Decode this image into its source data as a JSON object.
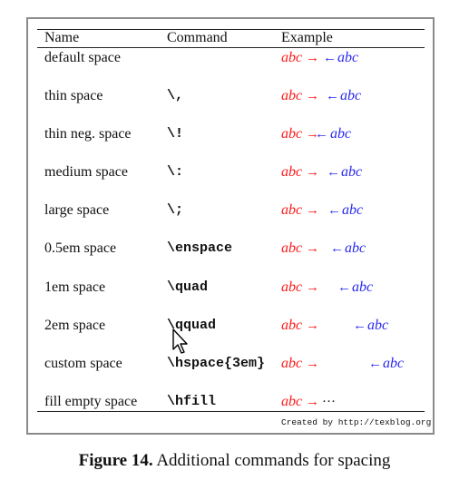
{
  "headers": [
    "Name",
    "Command",
    "Example"
  ],
  "rows": [
    {
      "name": "default space",
      "cmd": "",
      "left": "abc",
      "right": "abc",
      "r_arrow": "→",
      "l_arrow": "←"
    },
    {
      "name": "thin space",
      "cmd": "\\,",
      "left": "abc",
      "right": "abc",
      "r_arrow": "→",
      "l_arrow": "←"
    },
    {
      "name": "thin neg. space",
      "cmd": "\\!",
      "left": "abc",
      "right": "abc",
      "r_arrow": "→",
      "l_arrow": "←"
    },
    {
      "name": "medium space",
      "cmd": "\\:",
      "left": "abc",
      "right": "abc",
      "r_arrow": "→",
      "l_arrow": "←"
    },
    {
      "name": "large space",
      "cmd": "\\;",
      "left": "abc",
      "right": "abc",
      "r_arrow": "→",
      "l_arrow": "←"
    },
    {
      "name": "0.5em space",
      "cmd": "\\enspace",
      "left": "abc",
      "right": "abc",
      "r_arrow": "→",
      "l_arrow": "←"
    },
    {
      "name": "1em space",
      "cmd": "\\quad",
      "left": "abc",
      "right": "abc",
      "r_arrow": "→",
      "l_arrow": "←"
    },
    {
      "name": "2em space",
      "cmd": "\\qquad",
      "left": "abc",
      "right": "abc",
      "r_arrow": "→",
      "l_arrow": "←"
    },
    {
      "name": "custom space",
      "cmd": "\\hspace{3em}",
      "left": "abc",
      "right": "abc",
      "r_arrow": "→",
      "l_arrow": "←"
    },
    {
      "name": "fill empty space",
      "cmd": "\\hfill",
      "left": "abc",
      "right": "",
      "r_arrow": "→",
      "l_arrow": "···"
    }
  ],
  "credit": "Created by http://texblog.org",
  "caption": {
    "label": "Figure 14.",
    "text": " Additional commands for spacing"
  },
  "colors": {
    "left_expr": "#ff1a1a",
    "right_expr": "#2a2af0",
    "frame": "#8a8a8a"
  }
}
